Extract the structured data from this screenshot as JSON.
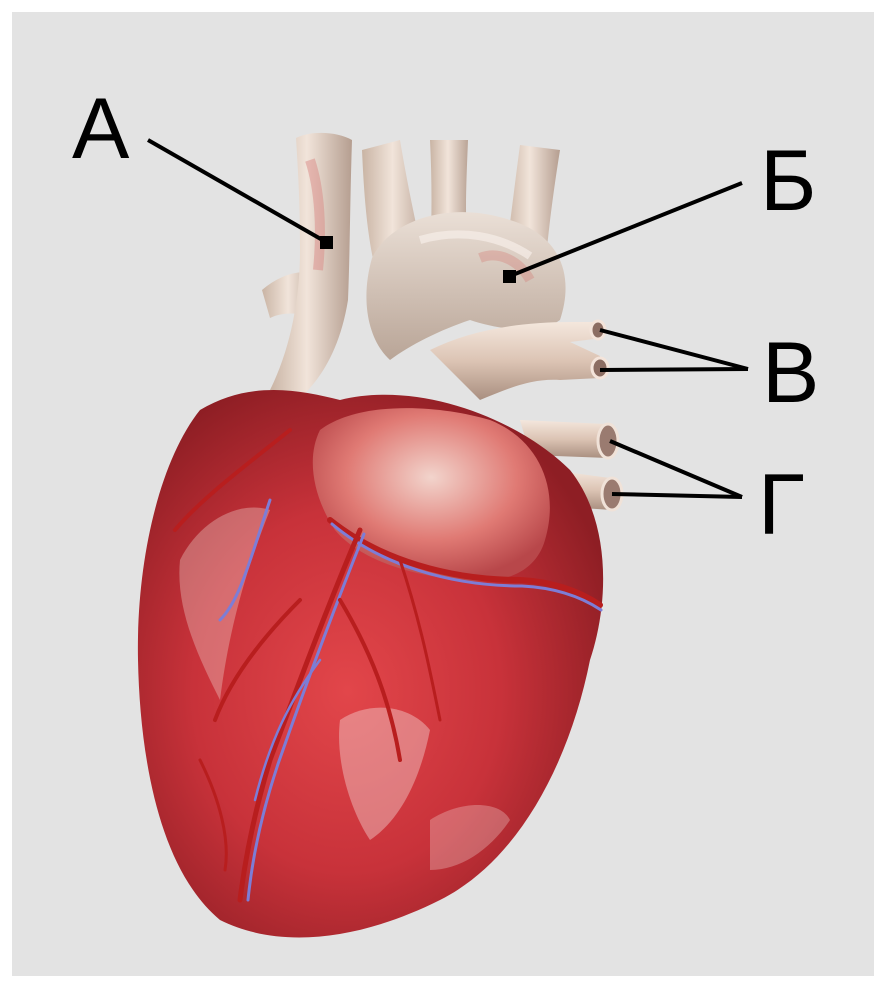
{
  "labels": [
    {
      "id": "a",
      "text": "А"
    },
    {
      "id": "b",
      "text": "Б"
    },
    {
      "id": "c",
      "text": "В"
    },
    {
      "id": "d",
      "text": "Г"
    }
  ],
  "image": {
    "subject": "heart-illustration",
    "colors": {
      "background": "#e3e3e3",
      "myocardium": "#c8323a",
      "vessel_pale": "#e8d8cc",
      "artery": "#b81e1e",
      "vein": "#7d7dd6",
      "pointer": "#000000"
    }
  }
}
